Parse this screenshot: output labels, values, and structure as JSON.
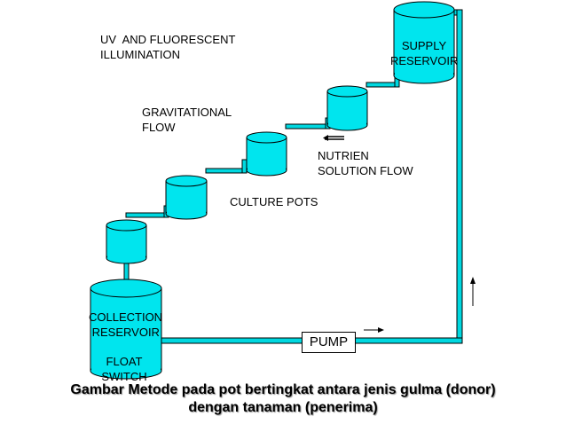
{
  "labels": {
    "illumination": "UV  AND FLUORESCENT\nILLUMINATION",
    "supply": "SUPPLY\nRESERVOIR",
    "gravitational": "GRAVITATIONAL\nFLOW",
    "nutrien": "NUTRIEN\nSOLUTION FLOW",
    "culture": "CULTURE POTS",
    "collection": "COLLECTION\n RESERVOIR",
    "float": "FLOAT\nSWITCH",
    "pump": "PUMP"
  },
  "caption": {
    "line1": "Gambar Metode pada pot bertingkat antara jenis gulma (donor)",
    "line2": "dengan tanaman (penerima)"
  },
  "colors": {
    "cyan": "#00e5ee",
    "outline": "#000000",
    "pipe": "#00d8e0"
  }
}
